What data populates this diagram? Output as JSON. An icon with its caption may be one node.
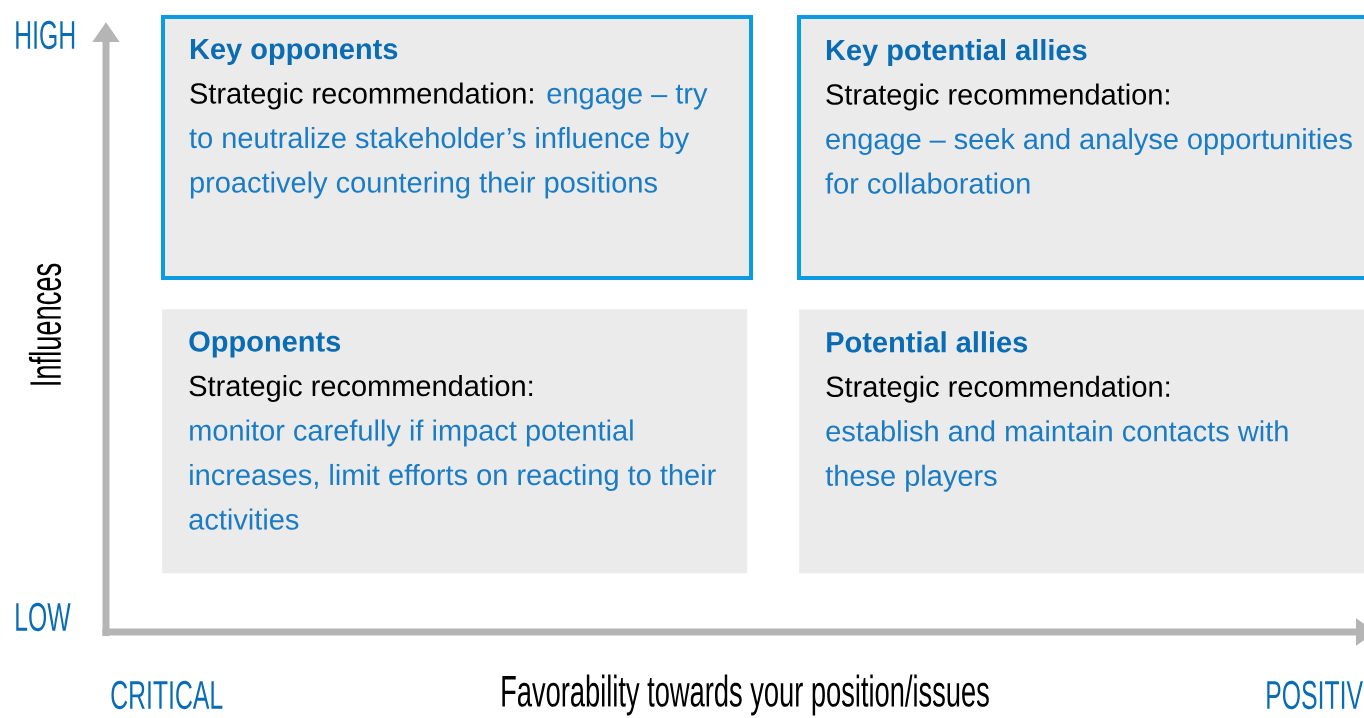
{
  "diagram": {
    "nodes": [
      {
        "text": [
          "Key opponents",
          "Strategic recommendation:",
          "engage – try to neutralize stakeholder’s influence by proactively countering their positions"
        ]
      },
      {
        "text": [
          "Key potential allies",
          "Strategic recommendation:",
          "engage – seek and analyse opportunities for collaboration"
        ]
      },
      {
        "text": [
          "Opponents",
          "Strategic recommendation:",
          "monitor carefully if impact potential increases, limit efforts on reacting to their activities"
        ]
      },
      {
        "text": [
          "Potential allies",
          "Strategic recommendation:",
          "establish and maintain contacts with these players"
        ]
      }
    ],
    "labels": [
      "HIGH",
      "Influences",
      "LOW",
      "CRITICAL",
      "Favorability towards your position/issues",
      "POSITIV"
    ]
  }
}
